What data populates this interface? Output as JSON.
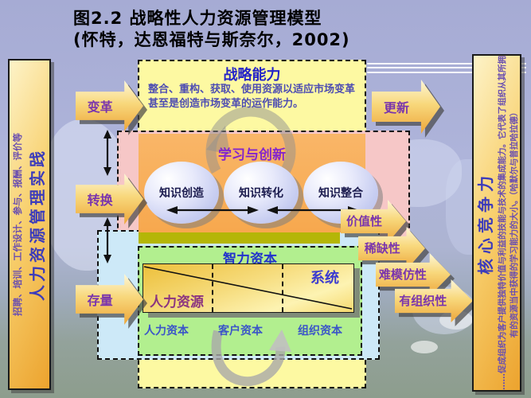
{
  "title": {
    "line1": "图2.2  战略性人力资源管理模型",
    "line2": "(怀特，达恩福特与斯奈尔，2002)"
  },
  "left_bar": {
    "main": "人力资源管理实践",
    "sub": "招聘、培训、工作设计、参与、报酬、评价等"
  },
  "right_bar": {
    "main": "核心竞争力",
    "sub": "……促成组织为客户提供独特价值与利益的技能与技术的集成能力。它代表了组织从其所拥有的资源当中获得的学习能力的大小。（哈默尔与普拉哈拉德）"
  },
  "left_arrows": [
    {
      "label": "变革"
    },
    {
      "label": "转换"
    },
    {
      "label": "存量"
    }
  ],
  "update_arrow": {
    "label": "更新"
  },
  "cascade_arrows": [
    {
      "label": "价值性"
    },
    {
      "label": "稀缺性"
    },
    {
      "label": "难模仿性"
    },
    {
      "label": "有组织性"
    }
  ],
  "strategic": {
    "title": "战略能力",
    "desc": "整合、重构、获取、使用资源以适应市场变革甚至是创造市场变革的运作能力。"
  },
  "learning": {
    "title": "学习与创新",
    "circles": [
      {
        "label": "知识创造"
      },
      {
        "label": "知识转化"
      },
      {
        "label": "知识整合"
      }
    ]
  },
  "intellectual": {
    "title": "智力资本",
    "matrix": {
      "top_right": "系统",
      "bottom_left": "人力资源"
    },
    "categories": [
      {
        "label": "人力资本"
      },
      {
        "label": "客户资本"
      },
      {
        "label": "组织资本"
      }
    ]
  },
  "colors": {
    "background_top": "#a6abd4",
    "background_bottom": "#8d9d8d",
    "gold_arrow": "#f3b13c",
    "bar_gold": "#f5c050",
    "box_yellow": "#fdf9a2",
    "box_orange": "#f8ae58",
    "box_pink": "#f6c7c7",
    "box_magenta": "#f7a6d9",
    "box_green": "#b2ef8f",
    "box_lightblue": "#cde9f8",
    "strip_olive": "#b4b607",
    "matrix_gold": "#f6dc7d",
    "title_text": "#000000",
    "section_blue": "#2424c8",
    "section_purple": "#8426cc",
    "arrow_label_violet": "#7a35ad",
    "circle_fill": "#c7cdf1",
    "swoosh_gray": "#909090"
  }
}
